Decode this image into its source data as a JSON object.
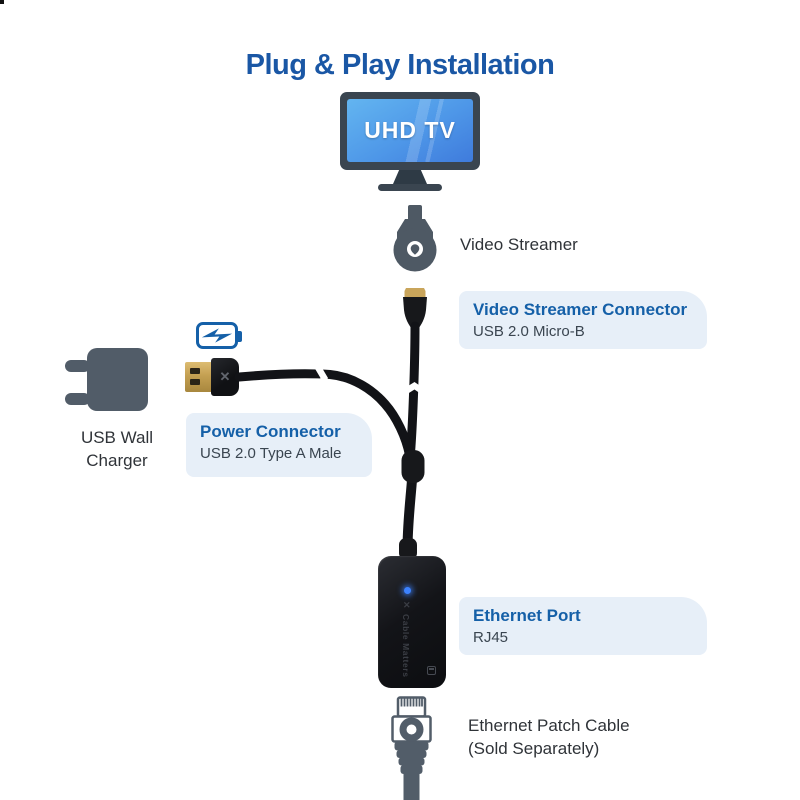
{
  "colors": {
    "accent": "#1560A8",
    "title_blue": "#1A57A5",
    "dark_text": "#2F3338",
    "subtitle_text": "#3A4550",
    "box_bg": "#E7EFF8",
    "illustration_gray": "#525D69",
    "cable_black": "#121317",
    "gold": "#C9A55B",
    "screen_blue_top": "#63B5F0",
    "screen_blue_bottom": "#3F7BDC",
    "led_blue": "#3C82FF"
  },
  "title": "Plug & Play Installation",
  "tv": {
    "screen_label": "UHD TV"
  },
  "video_streamer": {
    "label": "Video Streamer"
  },
  "video_streamer_connector": {
    "title": "Video Streamer Connector",
    "subtitle": "USB 2.0 Micro-B"
  },
  "usb_wall_charger": {
    "line1": "USB Wall",
    "line2": "Charger"
  },
  "power_connector": {
    "title": "Power Connector",
    "subtitle": "USB 2.0 Type A Male"
  },
  "ethernet_port": {
    "title": "Ethernet Port",
    "subtitle": "RJ45"
  },
  "ethernet_patch_cable": {
    "line1": "Ethernet Patch Cable",
    "line2": "(Sold Separately)"
  },
  "adapter": {
    "brand": "Cable Matters",
    "logo_mark": "✕"
  }
}
